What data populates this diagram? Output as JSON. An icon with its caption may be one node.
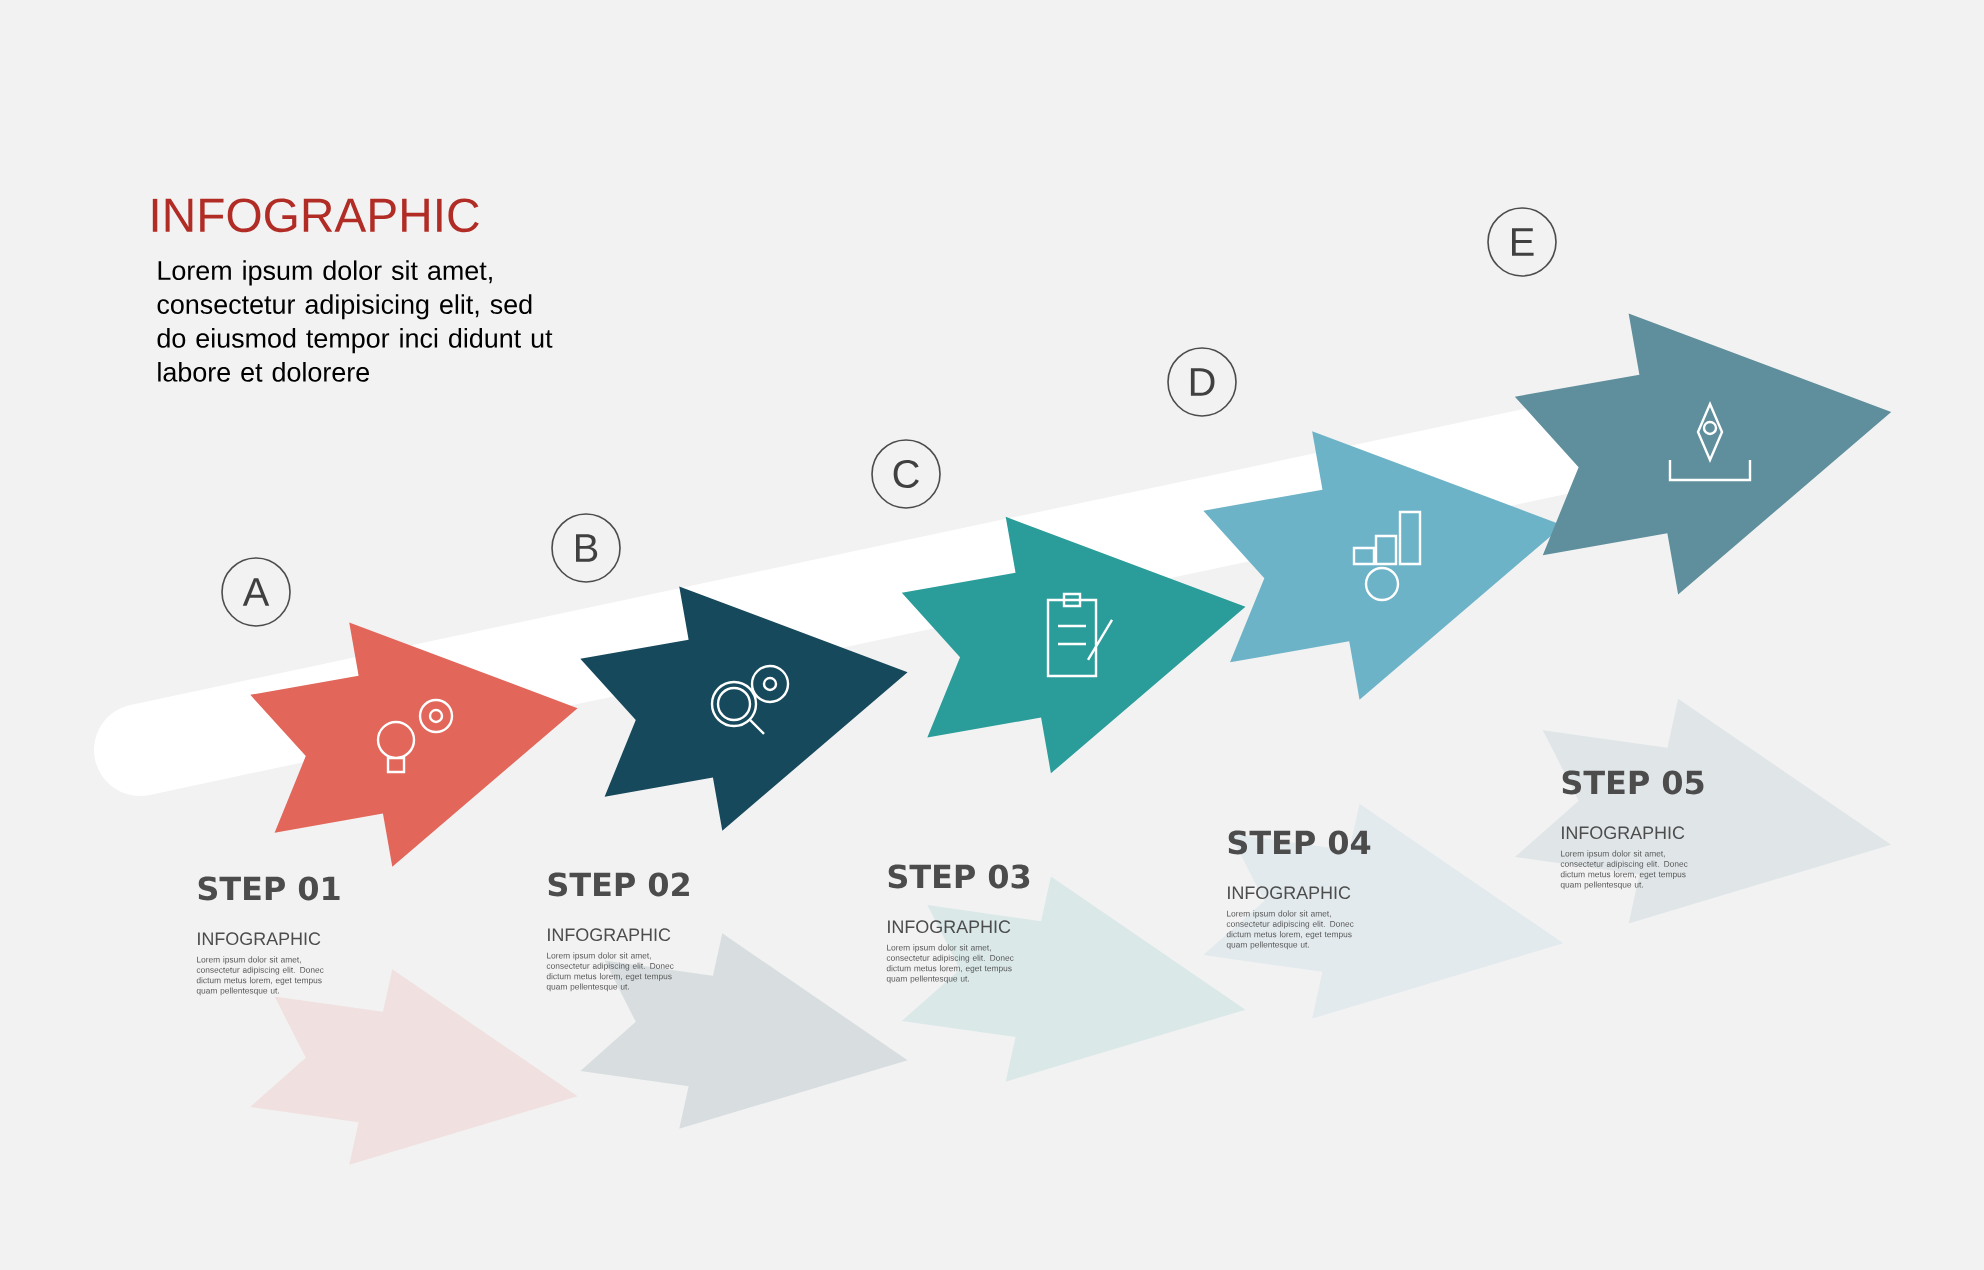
{
  "diagram": {
    "title": "INFOGRAPHIC",
    "nodes": [
      {
        "text": [
          "A"
        ]
      },
      {
        "text": [],
        "shape": "arrow"
      },
      {
        "text": [
          "B"
        ]
      },
      {
        "text": [],
        "shape": "arrow"
      },
      {
        "text": [
          "C"
        ]
      },
      {
        "text": [],
        "shape": "arrow"
      },
      {
        "text": [
          "D"
        ]
      },
      {
        "text": [],
        "shape": "arrow"
      },
      {
        "text": [
          "E"
        ]
      },
      {
        "text": [],
        "shape": "arrow"
      }
    ],
    "labels": [
      "Lorem ipsum dolor sit amet, consectetur adipisicing elit, sed do eiusmod tempor inci didunt ut labore et dolorere",
      "STEP 01",
      "INFOGRAPHIC",
      "Lorem ipsum dolor sit amet, consectetur adipiscing elit. Donec dictum metus lorem, eget tempus quam pellentesque ut.",
      "STEP 02",
      "INFOGRAPHIC",
      "Lorem ipsum dolor sit amet, consectetur adipiscing elit. Donec dictum metus lorem, eget tempus quam pellentesque ut.",
      "STEP 03",
      "INFOGRAPHIC",
      "Lorem ipsum dolor sit amet, consectetur adipiscing elit. Donec dictum metus lorem, eget tempus quam pellentesque ut.",
      "STEP 04",
      "INFOGRAPHIC",
      "Lorem ipsum dolor sit amet, consectetur adipiscing elit. Donec dictum metus lorem, eget tempus quam pellentesque ut.",
      "STEP 05",
      "INFOGRAPHIC",
      "Lorem ipsum dolor sit amet, consectetur adipiscing elit. Donec dictum metus lorem, eget tempus quam pellentesque ut."
    ]
  }
}
